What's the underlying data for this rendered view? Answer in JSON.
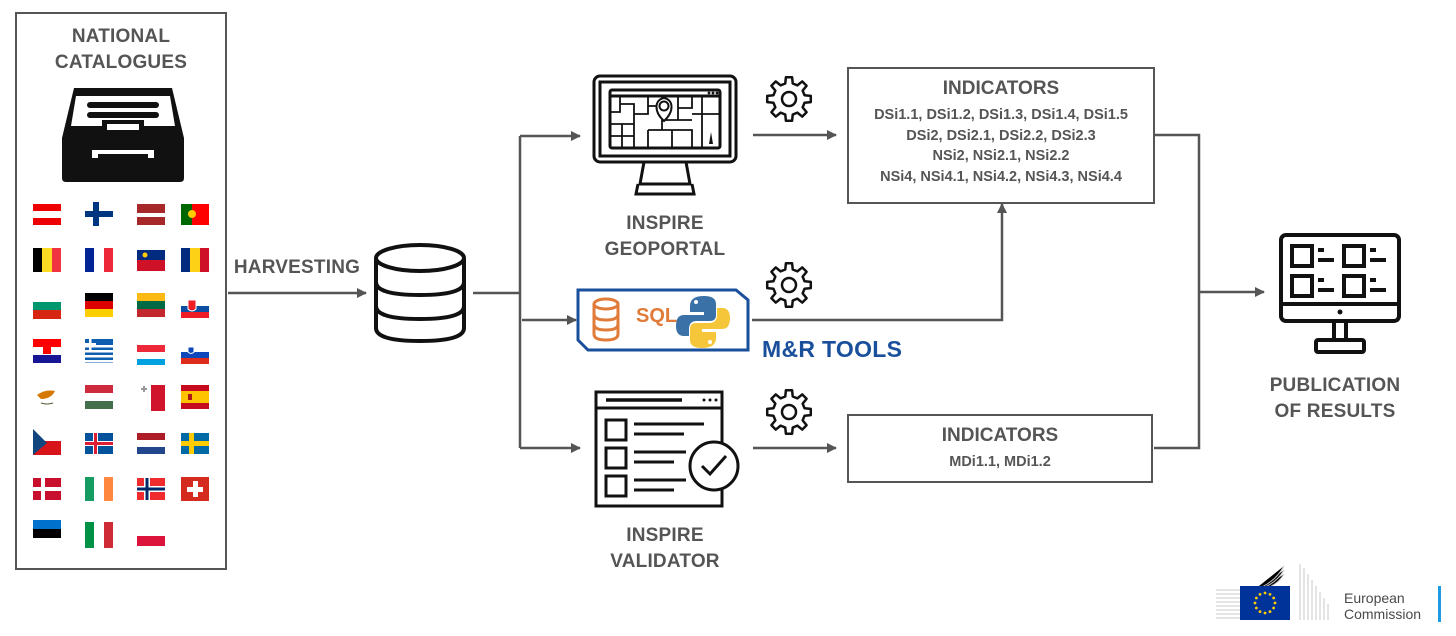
{
  "catalogues": {
    "title_line1": "NATIONAL",
    "title_line2": "CATALOGUES",
    "flags": [
      [
        "austria",
        "finland",
        "latvia",
        "portugal"
      ],
      [
        "belgium",
        "france",
        "liechtenstein",
        "romania"
      ],
      [
        "bulgaria",
        "germany",
        "lithuania",
        "slovakia"
      ],
      [
        "croatia",
        "greece",
        "luxembourg",
        "slovenia"
      ],
      [
        "cyprus",
        "hungary",
        "malta",
        "spain"
      ],
      [
        "czechia",
        "iceland",
        "netherlands",
        "sweden"
      ],
      [
        "denmark",
        "ireland",
        "norway",
        "switzerland"
      ],
      [
        "estonia",
        "italy",
        "poland"
      ]
    ]
  },
  "harvesting": {
    "label": "HARVESTING"
  },
  "geoportal": {
    "label_line1": "INSPIRE",
    "label_line2": "GEOPORTAL"
  },
  "mr_tools": {
    "label": "M&R TOOLS",
    "sql_text": "SQL"
  },
  "validator": {
    "label_line1": "INSPIRE",
    "label_line2": "VALIDATOR"
  },
  "indicators_top": {
    "title": "INDICATORS",
    "lines": [
      "DSi1.1, DSi1.2, DSi1.3, DSi1.4, DSi1.5",
      "DSi2, DSi2.1, DSi2.2, DSi2.3",
      "NSi2, NSi2.1, NSi2.2",
      "NSi4, NSi4.1, NSi4.2, NSi4.3, NSi4.4"
    ]
  },
  "indicators_bottom": {
    "title": "INDICATORS",
    "lines": [
      "MDi1.1, MDi1.2"
    ]
  },
  "publication": {
    "label_line1": "PUBLICATION",
    "label_line2": "OF RESULTS"
  },
  "logo": {
    "line1": "European",
    "line2": "Commission"
  },
  "colors": {
    "line": "#555555",
    "mr_blue": "#1a4f9c",
    "sql_orange": "#e07b39",
    "eu_blue": "#003399",
    "eu_star": "#ffcc00"
  }
}
